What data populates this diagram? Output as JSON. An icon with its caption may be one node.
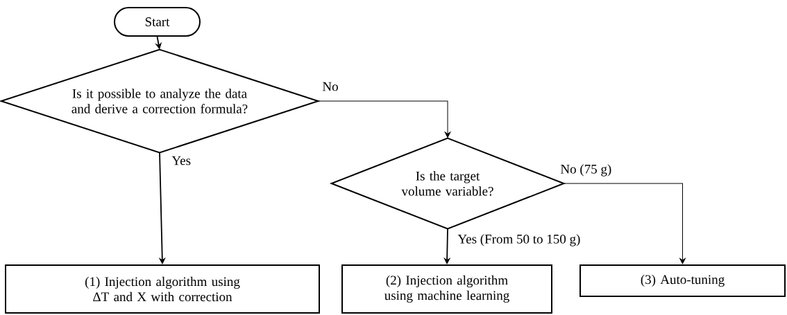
{
  "diagram": {
    "nodes": [
      {
        "text": [
          "Start"
        ]
      },
      {
        "text": [
          "Is it possible to analyze the data and derive a correction formula?"
        ]
      },
      {
        "text": [
          "Is the target volume variable?"
        ]
      },
      {
        "text": [
          "(1) Injection algorithm using ΔT and X with correction"
        ]
      },
      {
        "text": [
          "(2) Injection algorithm using machine learning"
        ]
      },
      {
        "text": [
          "(3) Auto-tuning"
        ]
      }
    ],
    "edges": [
      {
        "from": 0,
        "to": 1,
        "arrow": "to"
      },
      {
        "from": 1,
        "to": 3,
        "label": "Yes",
        "arrow": "to"
      },
      {
        "from": 1,
        "to": 2,
        "label": "No",
        "arrow": "to"
      },
      {
        "from": 2,
        "to": 4,
        "label": "Yes  (From 50 to 150 g)",
        "arrow": "to"
      },
      {
        "from": 2,
        "to": 5,
        "label": "No  (75 g)",
        "arrow": "to"
      }
    ]
  }
}
